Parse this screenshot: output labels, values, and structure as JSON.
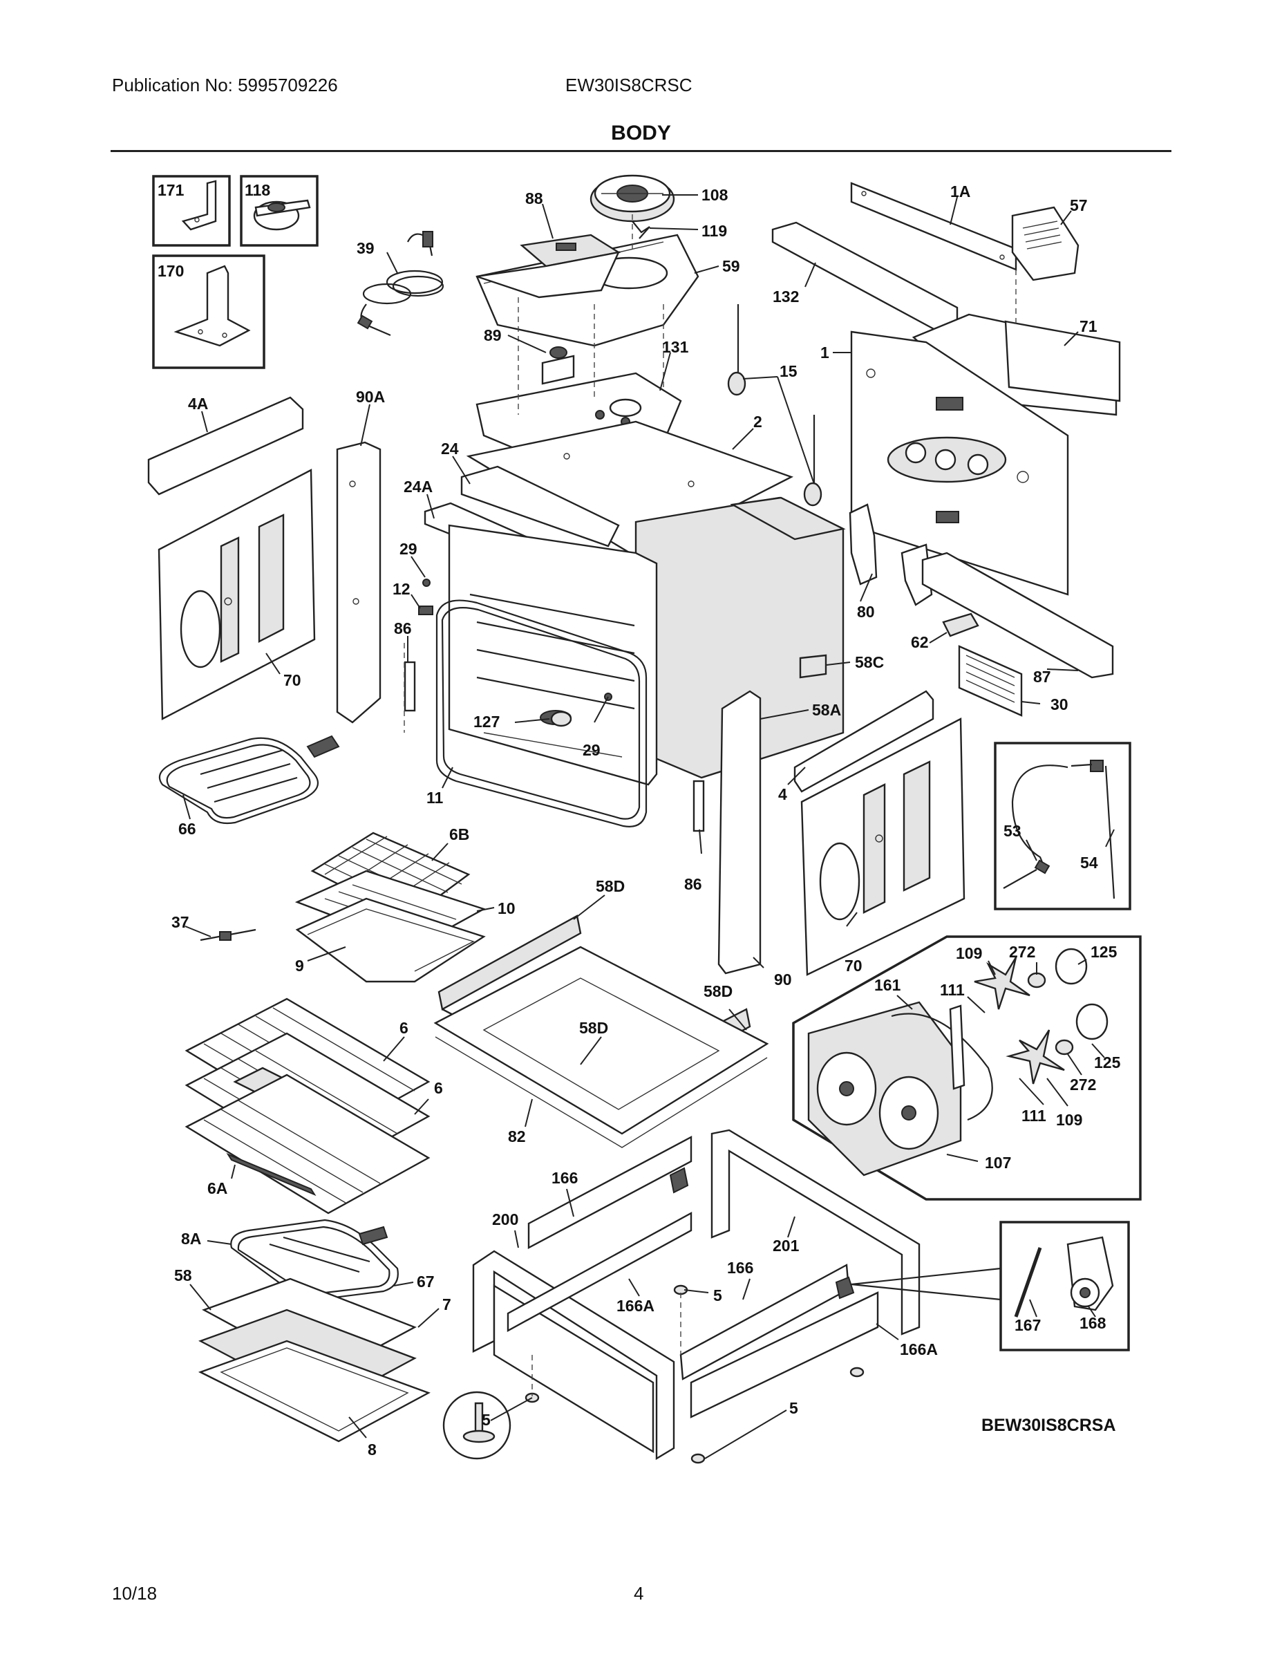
{
  "header": {
    "publication": "Publication No: 5995709226",
    "model": "EW30IS8CRSC",
    "title": "BODY"
  },
  "diagram": {
    "code": "BEW30IS8CRSA",
    "callouts": {
      "c171": "171",
      "c118": "118",
      "c170": "170",
      "c39": "39",
      "c88": "88",
      "c108": "108",
      "c119": "119",
      "c59": "59",
      "c89": "89",
      "c131": "131",
      "c15": "15",
      "c1A": "1A",
      "c57": "57",
      "c132": "132",
      "c71": "71",
      "c1": "1",
      "c4A": "4A",
      "c90A": "90A",
      "c24": "24",
      "c24A": "24A",
      "c2": "2",
      "c29a": "29",
      "c12": "12",
      "c86a": "86",
      "c70a": "70",
      "c80": "80",
      "c62": "62",
      "c58C": "58C",
      "c87": "87",
      "c30": "30",
      "c58A": "58A",
      "c127": "127",
      "c29b": "29",
      "c11": "11",
      "c66": "66",
      "c6B": "6B",
      "c4": "4",
      "c53": "53",
      "c54": "54",
      "c10": "10",
      "c37": "37",
      "c9": "9",
      "c58Da": "58D",
      "c86b": "86",
      "c90": "90",
      "c70b": "70",
      "c109a": "109",
      "c272a": "272",
      "c125a": "125",
      "c161": "161",
      "c111a": "111",
      "c58Db": "58D",
      "c58Dc": "58D",
      "c6a": "6",
      "c6b": "6",
      "c125b": "125",
      "c272b": "272",
      "c111b": "111",
      "c109b": "109",
      "c82": "82",
      "c6A": "6A",
      "c107": "107",
      "c166a": "166",
      "c200": "200",
      "c201": "201",
      "c166b": "166",
      "c8A": "8A",
      "c58": "58",
      "c67": "67",
      "c5a": "5",
      "c166Aa": "166A",
      "c7": "7",
      "c167": "167",
      "c168": "168",
      "c166Ab": "166A",
      "c5b": "5",
      "c5c": "5",
      "c8": "8"
    }
  },
  "footer": {
    "date": "10/18",
    "page": "4"
  }
}
